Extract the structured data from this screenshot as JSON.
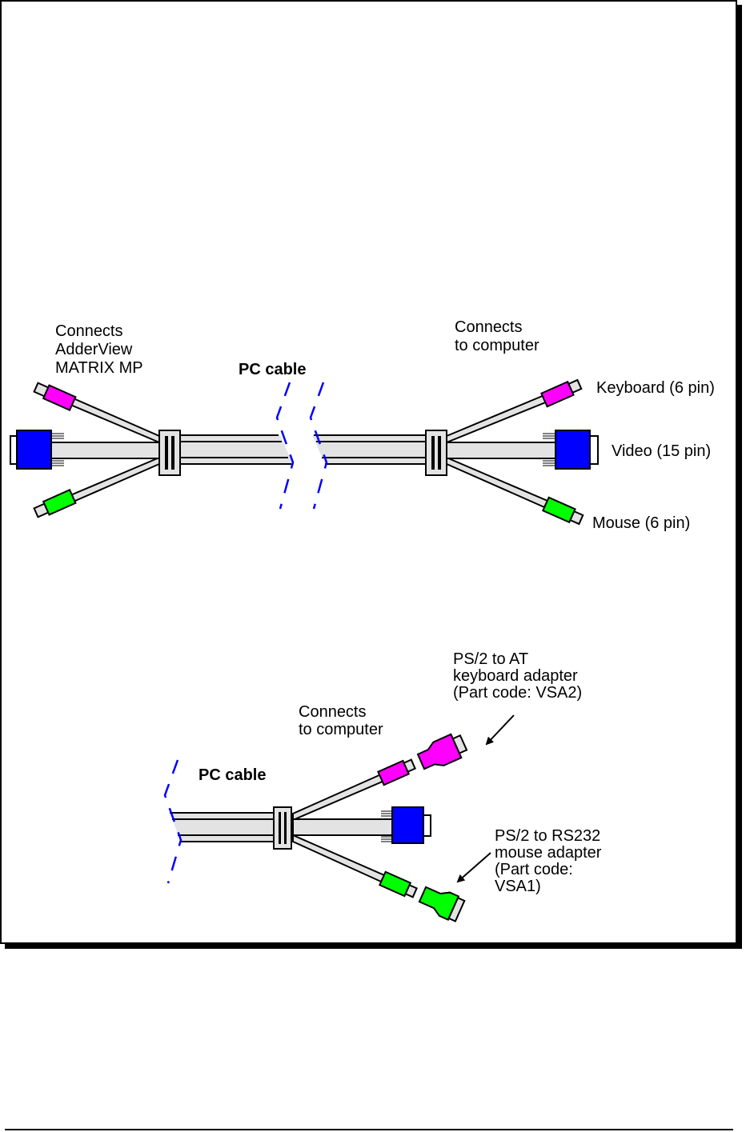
{
  "colors": {
    "keyboard": "#ff00ff",
    "video": "#0000ff",
    "mouse": "#00ff00",
    "cable": "#e3e3e3",
    "break_marks": "#0000ff",
    "outline": "#000000",
    "plug_tip": "#e3e3e3"
  },
  "top_diagram": {
    "left_label": [
      "Connects",
      "AdderView",
      "MATRIX MP"
    ],
    "cable_label": "PC cable",
    "right_label": [
      "Connects",
      "to computer"
    ],
    "connectors": {
      "keyboard": "Keyboard (6 pin)",
      "video": "Video (15 pin)",
      "mouse": "Mouse (6 pin)"
    }
  },
  "bottom_diagram": {
    "cable_label": "PC cable",
    "connects_label": [
      "Connects",
      "to computer"
    ],
    "keyboard_adapter": [
      "PS/2 to AT",
      "keyboard adapter",
      "(Part code: VSA2)"
    ],
    "mouse_adapter": [
      "PS/2 to RS232",
      "mouse adapter",
      "(Part code:",
      "VSA1)"
    ]
  }
}
